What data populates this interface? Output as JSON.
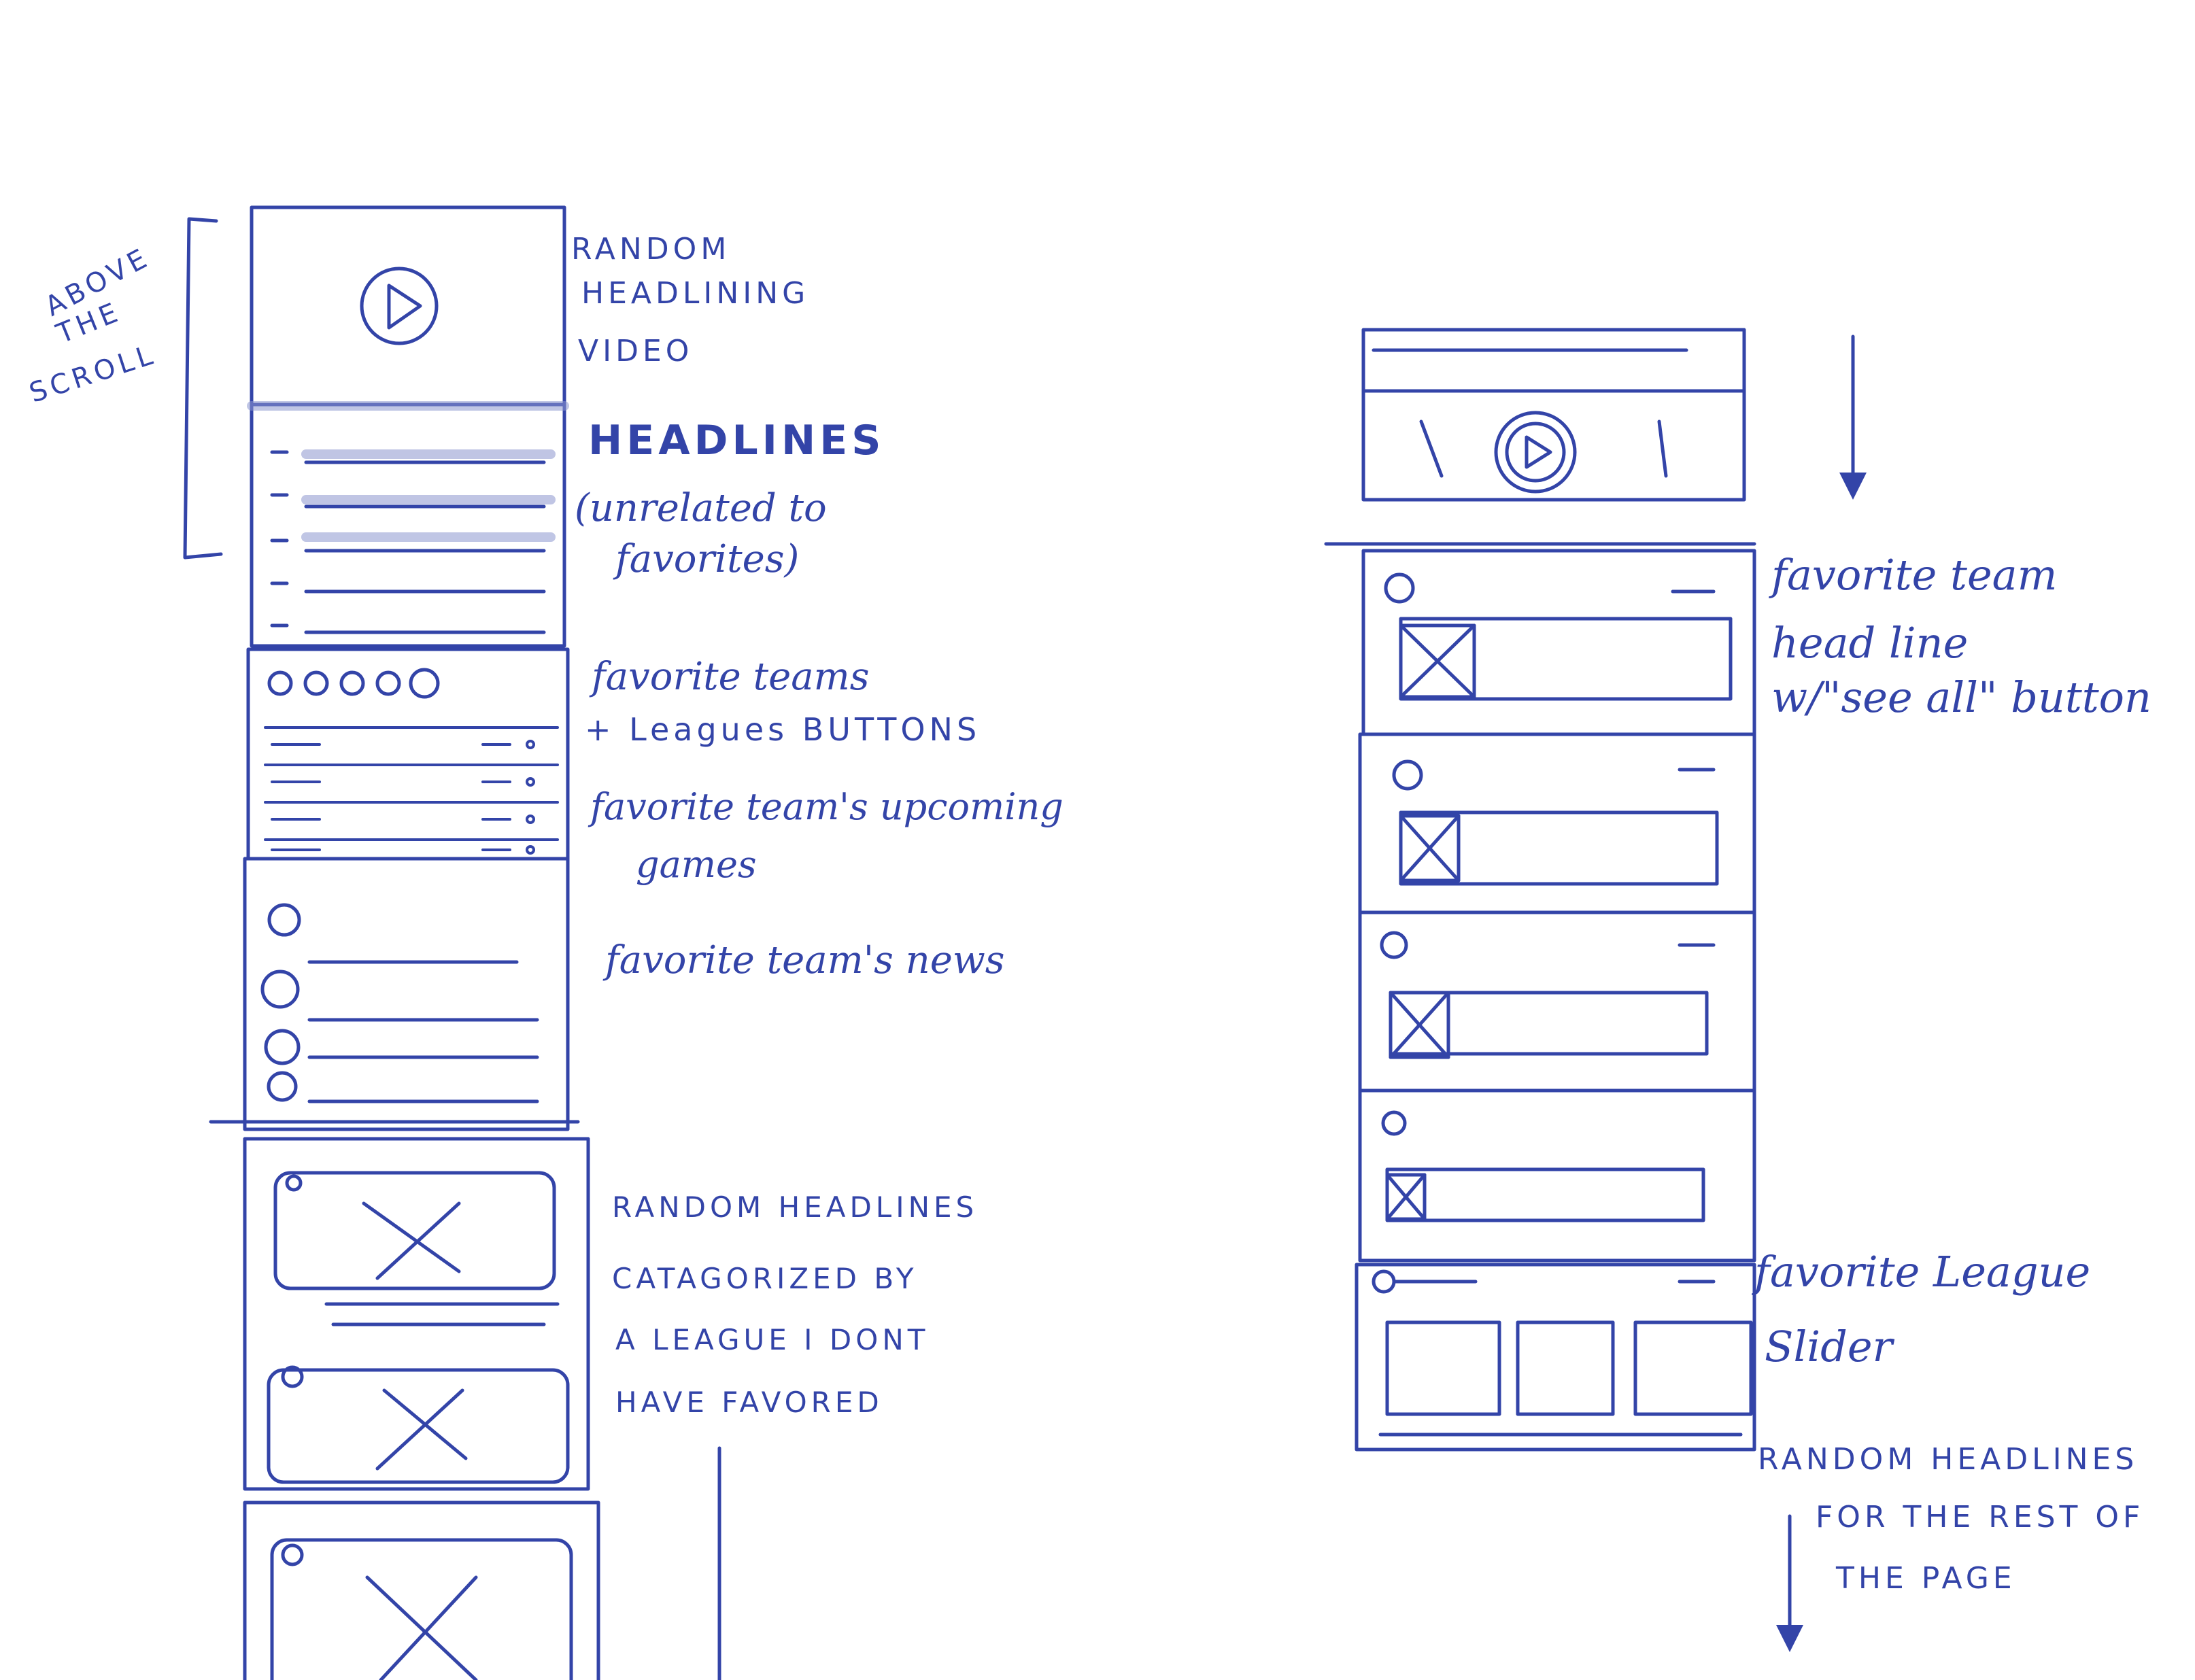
{
  "colors": {
    "ink": "#3344a8",
    "ink_light": "#8d97cf",
    "paper": "#ffffff"
  },
  "notes": {
    "above_1": "ABOVE",
    "above_2": "THE",
    "above_3": "SCROLL",
    "video_1": "RANDOM",
    "video_2": "HEADLINING",
    "video_3": "VIDEO",
    "headlines": "HEADLINES",
    "unrelated_1": "(unrelated to",
    "unrelated_2": "favorites)",
    "fav_buttons_1": "favorite teams",
    "fav_buttons_2": "+ Leagues BUTTONS",
    "upcoming_1": "favorite team's upcoming",
    "upcoming_2": "games",
    "team_news": "favorite team's news",
    "rand_cat_1": "RANDOM HEADLINES",
    "rand_cat_2": "CATAGORIZED BY",
    "rand_cat_3": "A LEAGUE I DONT",
    "rand_cat_4": "HAVE FAVORED",
    "team_headline_1": "favorite team",
    "team_headline_2": "head line",
    "team_headline_3": "w/\"see all\" button",
    "league_slider_1": "favorite League",
    "league_slider_2": "Slider",
    "rest_1": "RANDOM HEADLINES",
    "rest_2": "FOR THE REST OF",
    "rest_3": "THE PAGE"
  },
  "icons": [
    "play-icon",
    "image-placeholder-icon",
    "arrow-down-icon",
    "circle-button-icon"
  ]
}
